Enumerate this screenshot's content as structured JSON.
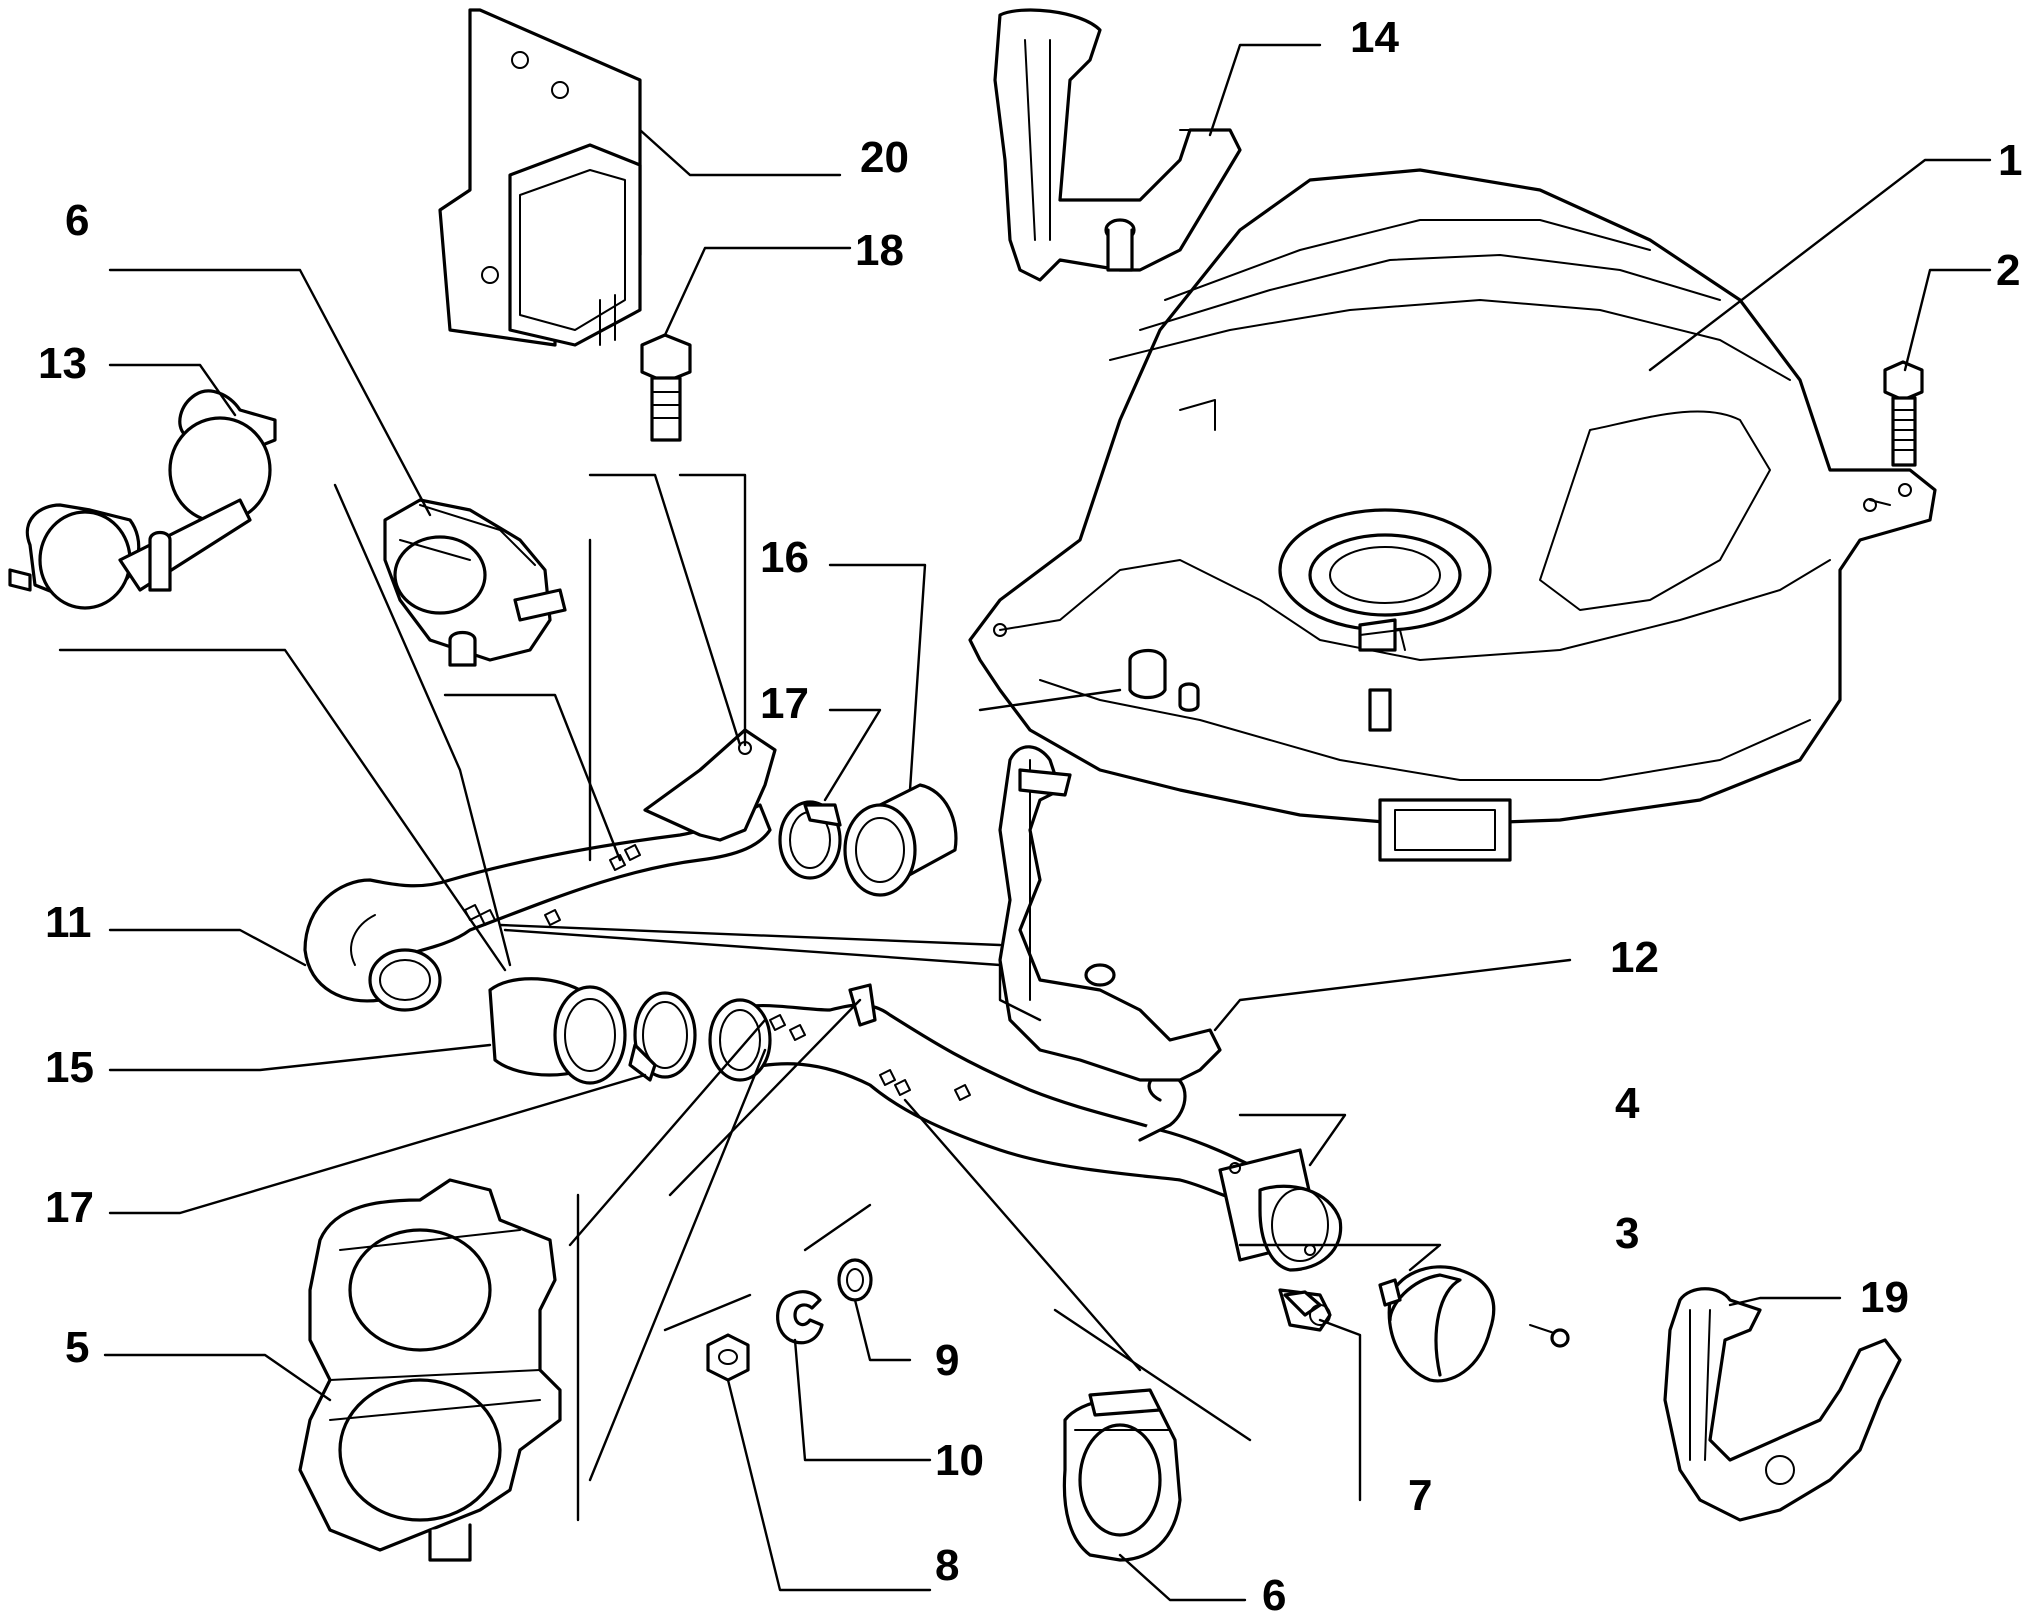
{
  "callouts": [
    {
      "id": "1",
      "label": "1"
    },
    {
      "id": "2",
      "label": "2"
    },
    {
      "id": "3",
      "label": "3"
    },
    {
      "id": "4",
      "label": "4"
    },
    {
      "id": "5",
      "label": "5"
    },
    {
      "id": "6a",
      "label": "6"
    },
    {
      "id": "6b",
      "label": "6"
    },
    {
      "id": "7",
      "label": "7"
    },
    {
      "id": "8",
      "label": "8"
    },
    {
      "id": "9",
      "label": "9"
    },
    {
      "id": "10",
      "label": "10"
    },
    {
      "id": "11",
      "label": "11"
    },
    {
      "id": "12",
      "label": "12"
    },
    {
      "id": "13",
      "label": "13"
    },
    {
      "id": "14",
      "label": "14"
    },
    {
      "id": "15",
      "label": "15"
    },
    {
      "id": "16",
      "label": "16"
    },
    {
      "id": "17a",
      "label": "17"
    },
    {
      "id": "17b",
      "label": "17"
    },
    {
      "id": "18",
      "label": "18"
    },
    {
      "id": "19",
      "label": "19"
    },
    {
      "id": "20",
      "label": "20"
    }
  ]
}
